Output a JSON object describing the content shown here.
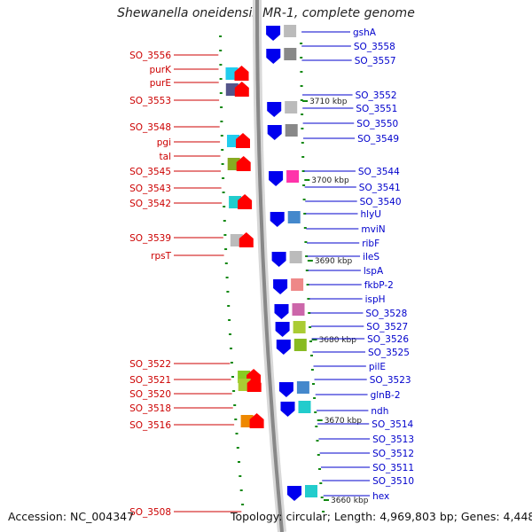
{
  "title": "Shewanella oneidensis MR-1, complete genome",
  "footer": {
    "accession": "Accession: NC_004347",
    "topology": "Topology: circular; Length: 4,969,803 bp; Genes: 4,448"
  },
  "colors": {
    "forward_label": "#cc0000",
    "reverse_label": "#0000cc",
    "backbone": "#888888",
    "tick": "#118811",
    "forward_gene": "#ff0000",
    "reverse_gene": "#0000ee"
  },
  "kbp_markers": [
    "3710 kbp",
    "3700 kbp",
    "3690 kbp",
    "3680 kbp",
    "3670 kbp",
    "3660 kbp"
  ],
  "forward_labels": [
    "SO_3556",
    "purK",
    "purE",
    "SO_3553",
    "SO_3548",
    "pgi",
    "tal",
    "SO_3545",
    "SO_3543",
    "SO_3542",
    "SO_3539",
    "rpsT",
    "SO_3522",
    "SO_3521",
    "SO_3520",
    "SO_3518",
    "SO_3516",
    "SO_3508"
  ],
  "reverse_labels": [
    "gshA",
    "SO_3558",
    "SO_3557",
    "SO_3552",
    "SO_3551",
    "SO_3550",
    "SO_3549",
    "SO_3544",
    "SO_3541",
    "SO_3540",
    "hlyU",
    "mviN",
    "ribF",
    "ileS",
    "lspA",
    "fkbP-2",
    "ispH",
    "SO_3528",
    "SO_3527",
    "SO_3526",
    "SO_3525",
    "pilE",
    "SO_3523",
    "glnB-2",
    "ndh",
    "SO_3514",
    "SO_3513",
    "SO_3512",
    "SO_3511",
    "SO_3510",
    "hex"
  ]
}
